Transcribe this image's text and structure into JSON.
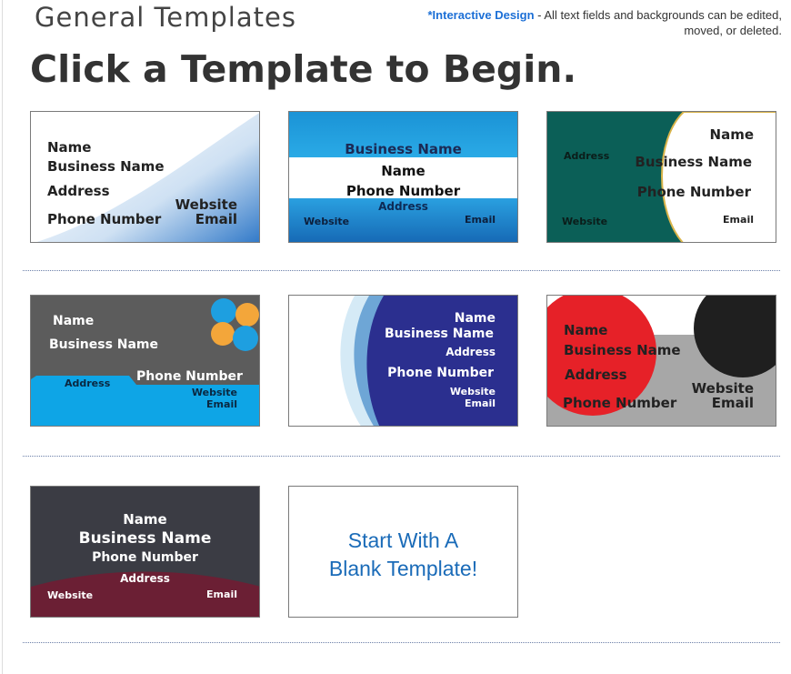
{
  "header": {
    "section_title": "General Templates",
    "note_highlight": "*Interactive Design",
    "note_text": " - All text fields and backgrounds can be edited, moved, or deleted.",
    "headline": "Click a Template to Begin."
  },
  "templates": [
    {
      "name": "Name",
      "business": "Business Name",
      "address": "Address",
      "phone": "Phone Number",
      "website": "Website",
      "email": "Email"
    },
    {
      "name": "Name",
      "business": "Business Name",
      "address": "Address",
      "phone": "Phone Number",
      "website": "Website",
      "email": "Email"
    },
    {
      "name": "Name",
      "business": "Business Name",
      "address": "Address",
      "phone": "Phone Number",
      "website": "Website",
      "email": "Email"
    },
    {
      "name": "Name",
      "business": "Business Name",
      "address": "Address",
      "phone": "Phone Number",
      "website": "Website",
      "email": "Email"
    },
    {
      "name": "Name",
      "business": "Business Name",
      "address": "Address",
      "phone": "Phone Number",
      "website": "Website",
      "email": "Email"
    },
    {
      "name": "Name",
      "business": "Business Name",
      "address": "Address",
      "phone": "Phone Number",
      "website": "Website",
      "email": "Email"
    },
    {
      "name": "Name",
      "business": "Business Name",
      "address": "Address",
      "phone": "Phone Number",
      "website": "Website",
      "email": "Email"
    }
  ],
  "blank_template": {
    "line1": "Start With A",
    "line2": "Blank Template!"
  },
  "colors": {
    "accent_blue": "#1c6fd6",
    "card2_blue": "#1f9ad9",
    "card3_green": "#0b5f57",
    "card4_gray": "#5c5c5c",
    "card4_cyan": "#0ea5e6",
    "card5_navy": "#2b2f8f",
    "card6_red": "#e62128",
    "card7_dark": "#3b3c44",
    "card7_maroon": "#6b1f34"
  }
}
